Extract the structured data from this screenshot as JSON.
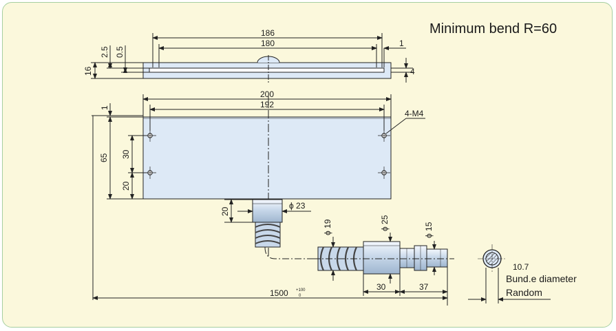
{
  "title": "Minimum bend R=60",
  "colors": {
    "panel_bg": "#fbf8dc",
    "panel_border": "#a6cfa0",
    "part_fill": "#dde9f6",
    "outline": "#222222"
  },
  "top_view": {
    "dim_186": "186",
    "dim_180": "180",
    "dim_1": "1",
    "dim_2_5": "2.5",
    "dim_0_5": "0.5",
    "dim_16": "16",
    "dim_4": "4"
  },
  "front_view": {
    "dim_200": "200",
    "dim_192": "192",
    "dim_1": "1",
    "dim_65": "65",
    "dim_30": "30",
    "dim_20": "20",
    "hole_callout": "4-M4"
  },
  "connector": {
    "dim_20": "20",
    "dia_23": "ϕ 23"
  },
  "cable": {
    "dia_19": "ϕ 19",
    "dia_25": "ϕ 25",
    "dia_15": "ϕ 15",
    "dim_30": "30",
    "dim_37": "37",
    "length": "1500",
    "tol_upper": "+100",
    "tol_lower": "0"
  },
  "section": {
    "dia": "10.7",
    "label1": "Bund.e diameter",
    "label2": "Random"
  }
}
